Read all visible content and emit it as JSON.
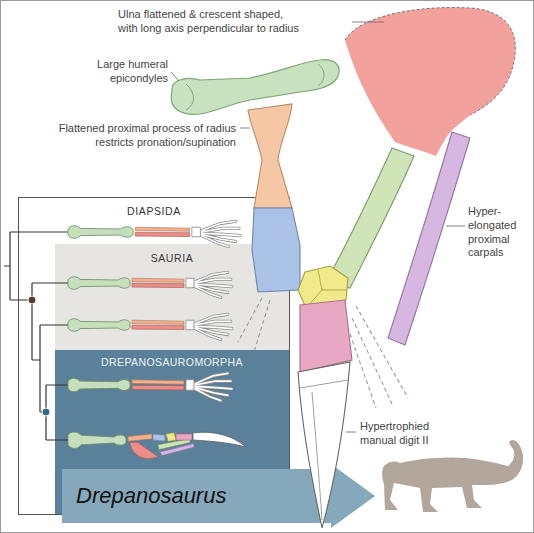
{
  "diagram": {
    "nodes": [
      {
        "text": [
          "DIAPSIDA"
        ]
      },
      {
        "text": [
          "SAURIA"
        ],
        "in": 0
      },
      {
        "text": [
          "DREPANOSAUROMORPHA"
        ],
        "in": 0
      },
      {
        "text": [
          "Drepanosaurus"
        ]
      }
    ],
    "labels": [
      "Ulna flattened & crescent shaped, with long axis perpendicular to radius",
      "Large humeral epicondyles",
      "Flattened proximal process of radius restricts pronation/supination",
      "Hyper-elongated proximal carpals",
      "Hypertrophied manual digit II"
    ]
  }
}
